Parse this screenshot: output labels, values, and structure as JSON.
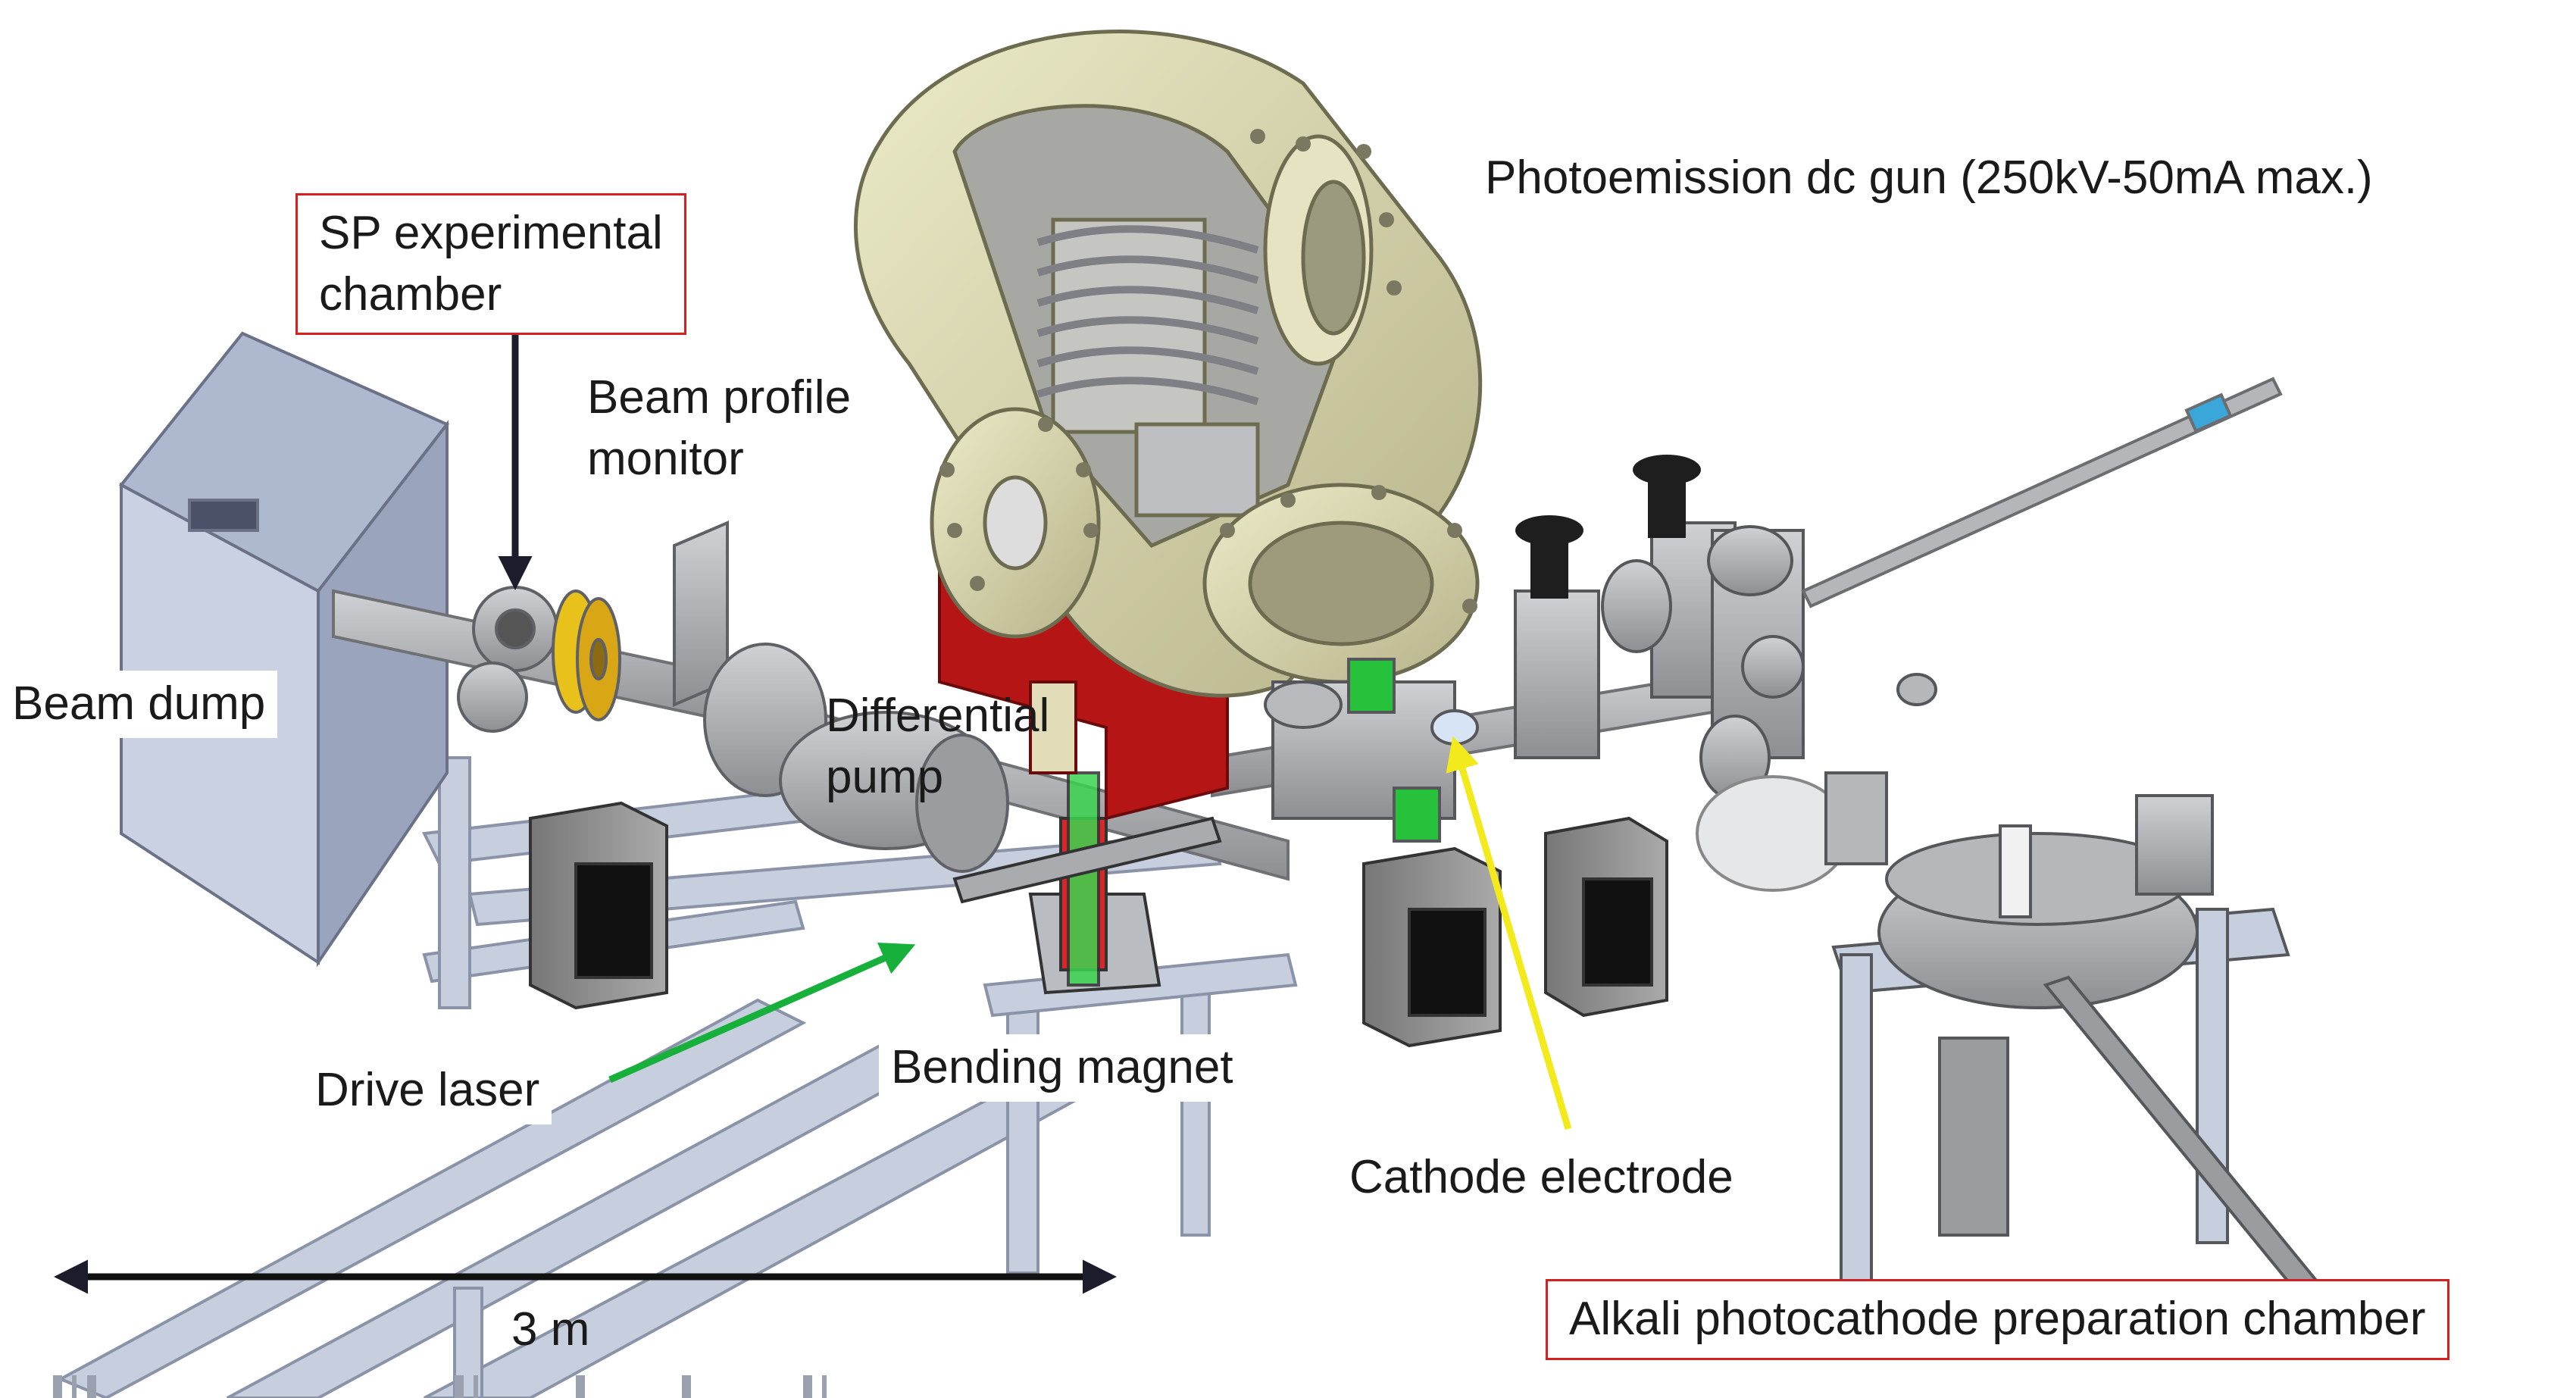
{
  "labels": {
    "gun": "Photoemission dc gun  (250kV-50mA max.)",
    "sp_line1": "SP experimental",
    "sp_line2": "chamber",
    "bpm_line1": "Beam profile",
    "bpm_line2": "monitor",
    "beam_dump": "Beam dump",
    "diff_line1": "Differential",
    "diff_line2": "pump",
    "drive_laser": "Drive laser",
    "bending_magnet": "Bending magnet",
    "cathode": "Cathode electrode",
    "alkali": "Alkali photocathode preparation chamber",
    "scale": "3 m"
  },
  "colors": {
    "gun_body": "#d9d6a6",
    "frame": "#c7cede",
    "steel": "#a9abaf",
    "box_red": "#d62020",
    "laser_arrow": "#16b03a",
    "cathode_arrow": "#f2ea1b",
    "magnet_red": "#d62828",
    "magnet_green": "#3ad44f",
    "coil_yellow": "#e8c21a",
    "stand_red": "#b51515"
  },
  "icons": [
    "valve-handwheel-icon",
    "flange-bolt-icon"
  ]
}
